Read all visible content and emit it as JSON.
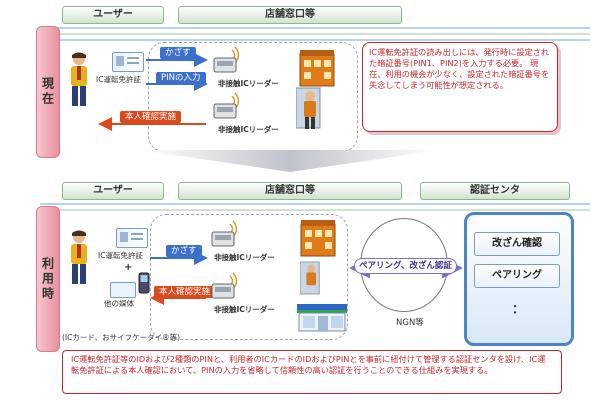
{
  "top": {
    "header_user": "ユーザー",
    "header_store": "店舗窓口等",
    "side_label": "現在",
    "card_label": "IC運転免許証",
    "action_kazasu": "かざす",
    "action_pin": "PINの入力",
    "action_confirm": "本人確認実施",
    "reader_1": "非接触ICリーダー",
    "reader_2": "非接触ICリーダー",
    "note": "IC運転免許証の読み出しには、発行時に設定された暗証番号(PIN1、PIN2)を入力する必要。 現在、利用の機会が少なく、設定された暗証番号を失念してしまう可能性が想定される。"
  },
  "bottom": {
    "header_user": "ユーザー",
    "header_store": "店舗窓口等",
    "header_auth": "認証センタ",
    "side_label": "利用時",
    "card_label": "IC運転免許証",
    "plus": "+",
    "other_media": "他の媒体",
    "other_media_note": "(ICカード、おサイフケータイ®等)",
    "action_kazasu": "かざす",
    "action_confirm": "本人確認実施",
    "reader_1": "非接触ICリーダー",
    "reader_2": "非接触ICリーダー",
    "pairing_link": "ペアリング、改ざん認証",
    "ngn": "NGN等",
    "auth_items": [
      "改ざん確認",
      "ペアリング",
      "："
    ],
    "note": "IC運転免許証等のIDおよび2種類のPINと、利用者のICカードのIDおよびPINとを事前に紐付けて管理する認証センタを設け、IC運転免許証による本人確認において、PINの入力を省略して信頼性の高い認証を行うことのできる仕組みを実現する。"
  }
}
